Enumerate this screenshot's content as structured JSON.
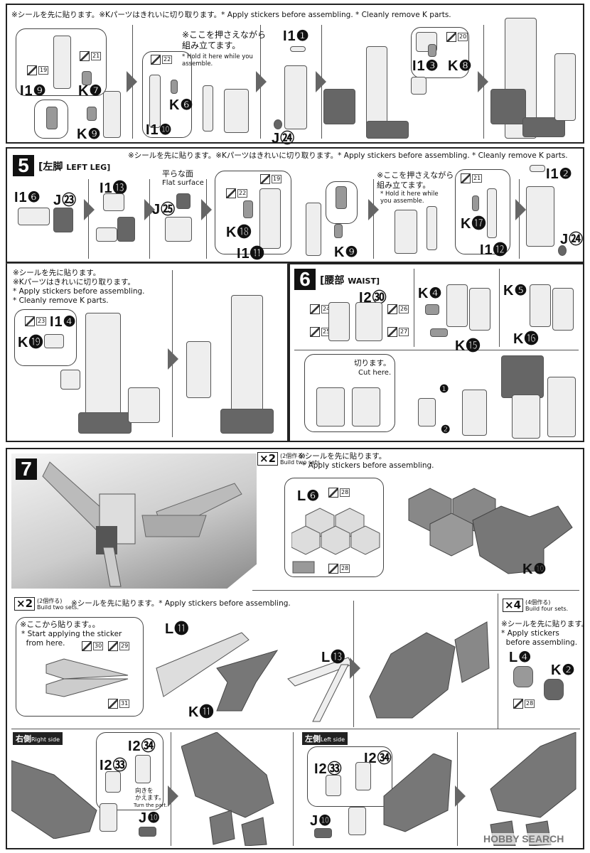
{
  "top": {
    "note": "※シールを先に貼ります。※Kパーツはきれいに切り取ります。* Apply stickers before assembling. * Cleanly remove K parts.",
    "hold_jp": "※ここを押さえながら\n組み立てます。",
    "hold_en": "* Hold it here while you assemble.",
    "parts": [
      "I1❾",
      "K❼",
      "K❾",
      "K❻",
      "I1❿",
      "I1❶",
      "J㉔",
      "I1❸",
      "K❽"
    ],
    "stickers": [
      "19",
      "21",
      "22",
      "20"
    ]
  },
  "step5": {
    "number": "5",
    "title_jp": "[左脚",
    "title_en": "LEFT LEG]",
    "note": "※シールを先に貼ります。※Kパーツはきれいに切り取ります。* Apply stickers before assembling. * Cleanly remove K parts.",
    "flat_jp": "平らな面",
    "flat_en": "Flat surface",
    "hold_jp": "※ここを押さえながら\n組み立てます。",
    "hold_en": "* Hold it here while\nyou assemble.",
    "parts": [
      "I1❻",
      "J㉓",
      "I1⓭",
      "J㉕",
      "K⓲",
      "I1⓫",
      "K❾",
      "K⓱",
      "I1⓬",
      "I1❷",
      "J㉔"
    ],
    "stickers": [
      "22",
      "19",
      "21"
    ]
  },
  "leg_finish": {
    "notes": [
      "※シールを先に貼ります。",
      "※Kパーツはきれいに切り取ります。",
      "* Apply stickers before assembling.",
      "* Cleanly remove K parts."
    ],
    "parts": [
      "I1❹",
      "K⓳"
    ],
    "stickers": [
      "23"
    ]
  },
  "step6": {
    "number": "6",
    "title_jp": "[腰部",
    "title_en": "WAIST]",
    "parts": [
      "I2㉚",
      "K❹",
      "K⓯",
      "K❺",
      "K⓰"
    ],
    "stickers": [
      "24",
      "25",
      "26",
      "27"
    ],
    "cut_jp": "切ります。",
    "cut_en": "Cut here.",
    "order": [
      "❶",
      "❷"
    ]
  },
  "step7": {
    "number": "7",
    "sets_a": {
      "mult": "×2",
      "jp": "(2個作る)",
      "en": "Build two sets."
    },
    "note_a_jp": "※シールを先に貼ります。",
    "note_a_en": "* Apply stickers before assembling.",
    "parts_a": [
      "L❻",
      "K❿"
    ],
    "stickers_a": [
      "28",
      "28"
    ],
    "sets_b": {
      "mult": "×2",
      "jp": "(2個作る)",
      "en": "Build two sets."
    },
    "note_b": "※シールを先に貼ります。* Apply stickers before assembling.",
    "start_jp": "※ここから貼ります。。",
    "start_en": "* Start applying the sticker\n  from here.",
    "stickers_b": [
      "30",
      "29",
      "31"
    ],
    "parts_b": [
      "L⓫",
      "L⓭",
      "K⓫"
    ],
    "sets_c": {
      "mult": "×4",
      "jp": "(4個作る)",
      "en": "Build four sets."
    },
    "note_c": "※シールを先に貼ります。\n* Apply stickers\n  before assembling.",
    "parts_c": [
      "L❹",
      "K❷"
    ],
    "stickers_c": [
      "28"
    ],
    "right_side": {
      "jp": "右側",
      "en": "Right side"
    },
    "left_side": {
      "jp": "左側",
      "en": "Left side"
    },
    "parts_right": [
      "I2㉞",
      "I2㉝",
      "J❿"
    ],
    "parts_left": [
      "I2㉝",
      "I2㉞",
      "J❿"
    ],
    "turn_jp": "向きを\nかえます。",
    "turn_en": "Turn the part."
  },
  "watermark": "HOBBY SEARCH",
  "colors": {
    "ink": "#111111",
    "part_dark": "#666666",
    "part_mid": "#999999",
    "part_light": "#eeeeee"
  }
}
